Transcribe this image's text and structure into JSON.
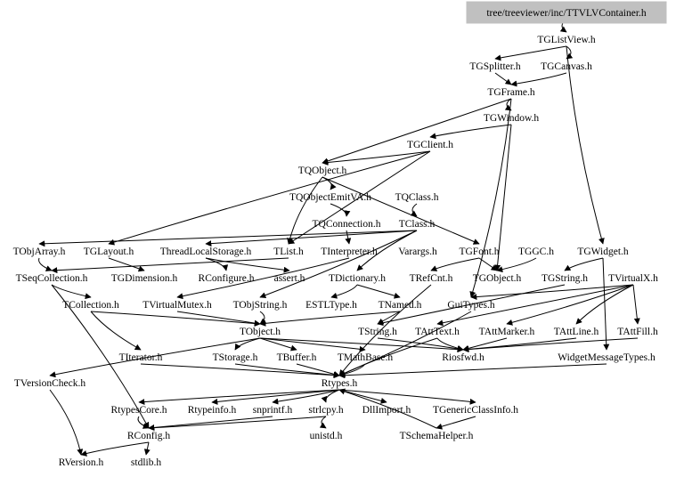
{
  "graph": {
    "root_fill": "#c0c0c0",
    "edge_color": "#000000",
    "nodes": {
      "root": "tree/treeviewer/inc/TTVLVContainer.h",
      "TGListView": "TGListView.h",
      "TGSplitter": "TGSplitter.h",
      "TGCanvas": "TGCanvas.h",
      "TGFrame": "TGFrame.h",
      "TGWindow": "TGWindow.h",
      "TGClient": "TGClient.h",
      "TQObject": "TQObject.h",
      "TQObjectEmitVA": "TQObjectEmitVA.h",
      "TQClass": "TQClass.h",
      "TQConnection": "TQConnection.h",
      "TClass": "TClass.h",
      "TObjArray": "TObjArray.h",
      "TGLayout": "TGLayout.h",
      "ThreadLocalStorage": "ThreadLocalStorage.h",
      "TList": "TList.h",
      "TInterpreter": "TInterpreter.h",
      "Varargs": "Varargs.h",
      "TGFont": "TGFont.h",
      "TGGC": "TGGC.h",
      "TGWidget": "TGWidget.h",
      "TSeqCollection": "TSeqCollection.h",
      "TGDimension": "TGDimension.h",
      "RConfigure": "RConfigure.h",
      "assert": "assert.h",
      "TDictionary": "TDictionary.h",
      "TRefCnt": "TRefCnt.h",
      "TGObject": "TGObject.h",
      "TGString": "TGString.h",
      "TVirtualX": "TVirtualX.h",
      "TCollection": "TCollection.h",
      "TVirtualMutex": "TVirtualMutex.h",
      "TObjString": "TObjString.h",
      "ESTLType": "ESTLType.h",
      "TNamed": "TNamed.h",
      "GuiTypes": "GuiTypes.h",
      "TObject": "TObject.h",
      "TString": "TString.h",
      "TAttText": "TAttText.h",
      "TAttMarker": "TAttMarker.h",
      "TAttLine": "TAttLine.h",
      "TAttFill": "TAttFill.h",
      "TIterator": "TIterator.h",
      "TStorage": "TStorage.h",
      "TBuffer": "TBuffer.h",
      "TMathBase": "TMathBase.h",
      "Riosfwd": "Riosfwd.h",
      "WidgetMessageTypes": "WidgetMessageTypes.h",
      "TVersionCheck": "TVersionCheck.h",
      "Rtypes": "Rtypes.h",
      "RtypesCore": "RtypesCore.h",
      "Rtypeinfo": "Rtypeinfo.h",
      "snprintf": "snprintf.h",
      "strlcpy": "strlcpy.h",
      "DllImport": "DllImport.h",
      "TGenericClassInfo": "TGenericClassInfo.h",
      "RConfig": "RConfig.h",
      "unistd": "unistd.h",
      "TSchemaHelper": "TSchemaHelper.h",
      "RVersion": "RVersion.h",
      "stdlib": "stdlib.h"
    }
  }
}
